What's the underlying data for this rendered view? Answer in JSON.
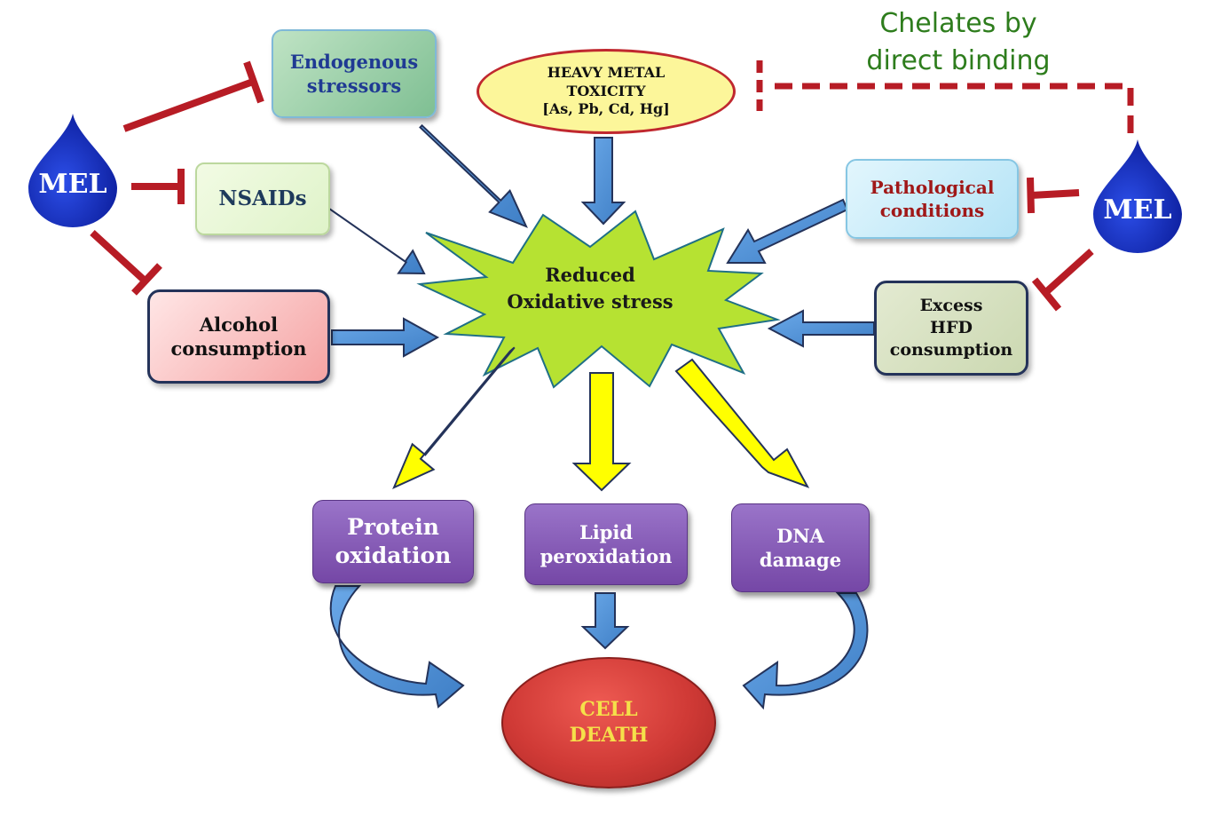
{
  "colors": {
    "inhibit_red": "#b71c25",
    "blue_arrow": "#4a8fd6",
    "yellow_arrow": "#ffff00",
    "burst_green": "#b6e232",
    "melatonin_blue": "#1631c6",
    "chelate_green": "#2e7d1d",
    "purple_box": "#8155b5",
    "cell_death_red": "#d03a36"
  },
  "melatonin": {
    "left_label": "MEL",
    "right_label": "MEL"
  },
  "chelation": {
    "line1": "Chelates by",
    "line2": "direct binding"
  },
  "stressors": {
    "endogenous": {
      "line1": "Endogenous",
      "line2": "stressors"
    },
    "nsaids": {
      "line1": "NSAIDs"
    },
    "alcohol": {
      "line1": "Alcohol",
      "line2": "consumption"
    },
    "heavy_metal": {
      "line1": "HEAVY METAL",
      "line2": "TOXICITY",
      "line3": "[As, Pb, Cd, Hg]"
    },
    "pathological": {
      "line1": "Pathological",
      "line2": "conditions"
    },
    "hfd": {
      "line1": "Excess",
      "line2": "HFD",
      "line3": "consumption"
    }
  },
  "center": {
    "line1": "Reduced",
    "line2": "Oxidative stress"
  },
  "effects": {
    "protein": {
      "line1": "Protein",
      "line2": "oxidation"
    },
    "lipid": {
      "line1": "Lipid",
      "line2": "peroxidation"
    },
    "dna": {
      "line1": "DNA",
      "line2": "damage"
    }
  },
  "outcome": {
    "line1": "CELL",
    "line2": "DEATH"
  }
}
